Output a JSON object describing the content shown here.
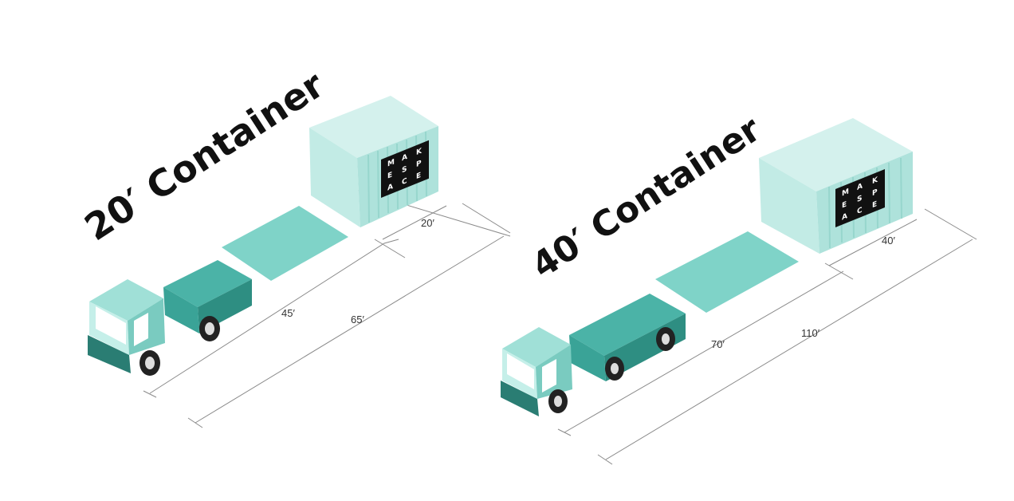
{
  "colors": {
    "container_top": "#cdeeea",
    "container_left": "#bfe8e3",
    "container_front": "#a8ded7",
    "pad": "#7fd3c8",
    "truck_cab_light": "#8fd9cf",
    "truck_cab_dark": "#2e8e82",
    "truck_bed": "#379c90",
    "truck_bed_dark": "#2a7d73",
    "wheel": "#222222",
    "dimension_line": "#8a8a8a"
  },
  "scenes": [
    {
      "title": "20′ Container",
      "logo": {
        "letters": [
          "M",
          "A",
          "K",
          "E",
          "S",
          "P",
          "A",
          "C",
          "E"
        ]
      },
      "dimensions": {
        "container_length": "20′",
        "truck_length": "45′",
        "total_length": "65′"
      }
    },
    {
      "title": "40′ Container",
      "logo": {
        "letters": [
          "M",
          "A",
          "K",
          "E",
          "S",
          "P",
          "A",
          "C",
          "E"
        ]
      },
      "dimensions": {
        "container_length": "40′",
        "truck_length": "70′",
        "total_length": "110′"
      }
    }
  ]
}
